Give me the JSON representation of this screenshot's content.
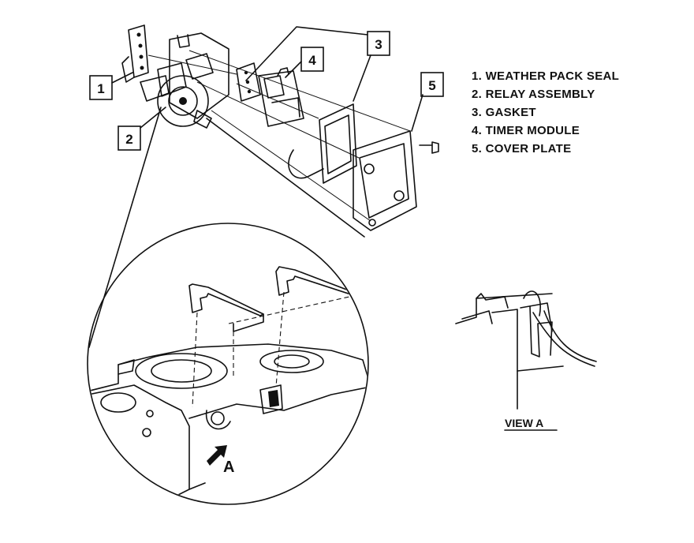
{
  "callouts": {
    "c1": "1",
    "c2": "2",
    "c3": "3",
    "c4": "4",
    "c5": "5"
  },
  "legend": {
    "items": [
      "1.  WEATHER PACK SEAL",
      "2.  RELAY ASSEMBLY",
      "3.  GASKET",
      "4.  TIMER MODULE",
      "5.  COVER PLATE"
    ]
  },
  "view_label": "VIEW A",
  "arrow_label": "A",
  "colors": {
    "ink": "#111111",
    "paper": "#ffffff"
  }
}
